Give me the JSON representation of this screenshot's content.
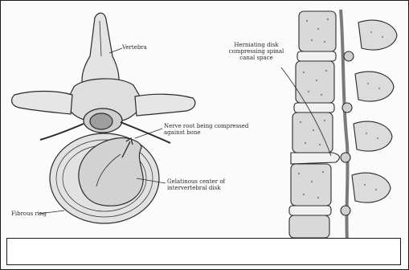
{
  "labels": {
    "vertebra": "Vertebra",
    "herniating_disk": "Herniating disk compressing spinal canal space",
    "nerve_root": "Nerve root being compressed against bone",
    "gelatinous_center": "Gelatinous center of intervertebral disk",
    "fibrous_ring": "Fibrous ring"
  },
  "colors": {
    "ink": "#2a2a2a",
    "bone": "#e9e9e9",
    "shade": "#bdbdbd",
    "frame": "#1a1a1a"
  }
}
